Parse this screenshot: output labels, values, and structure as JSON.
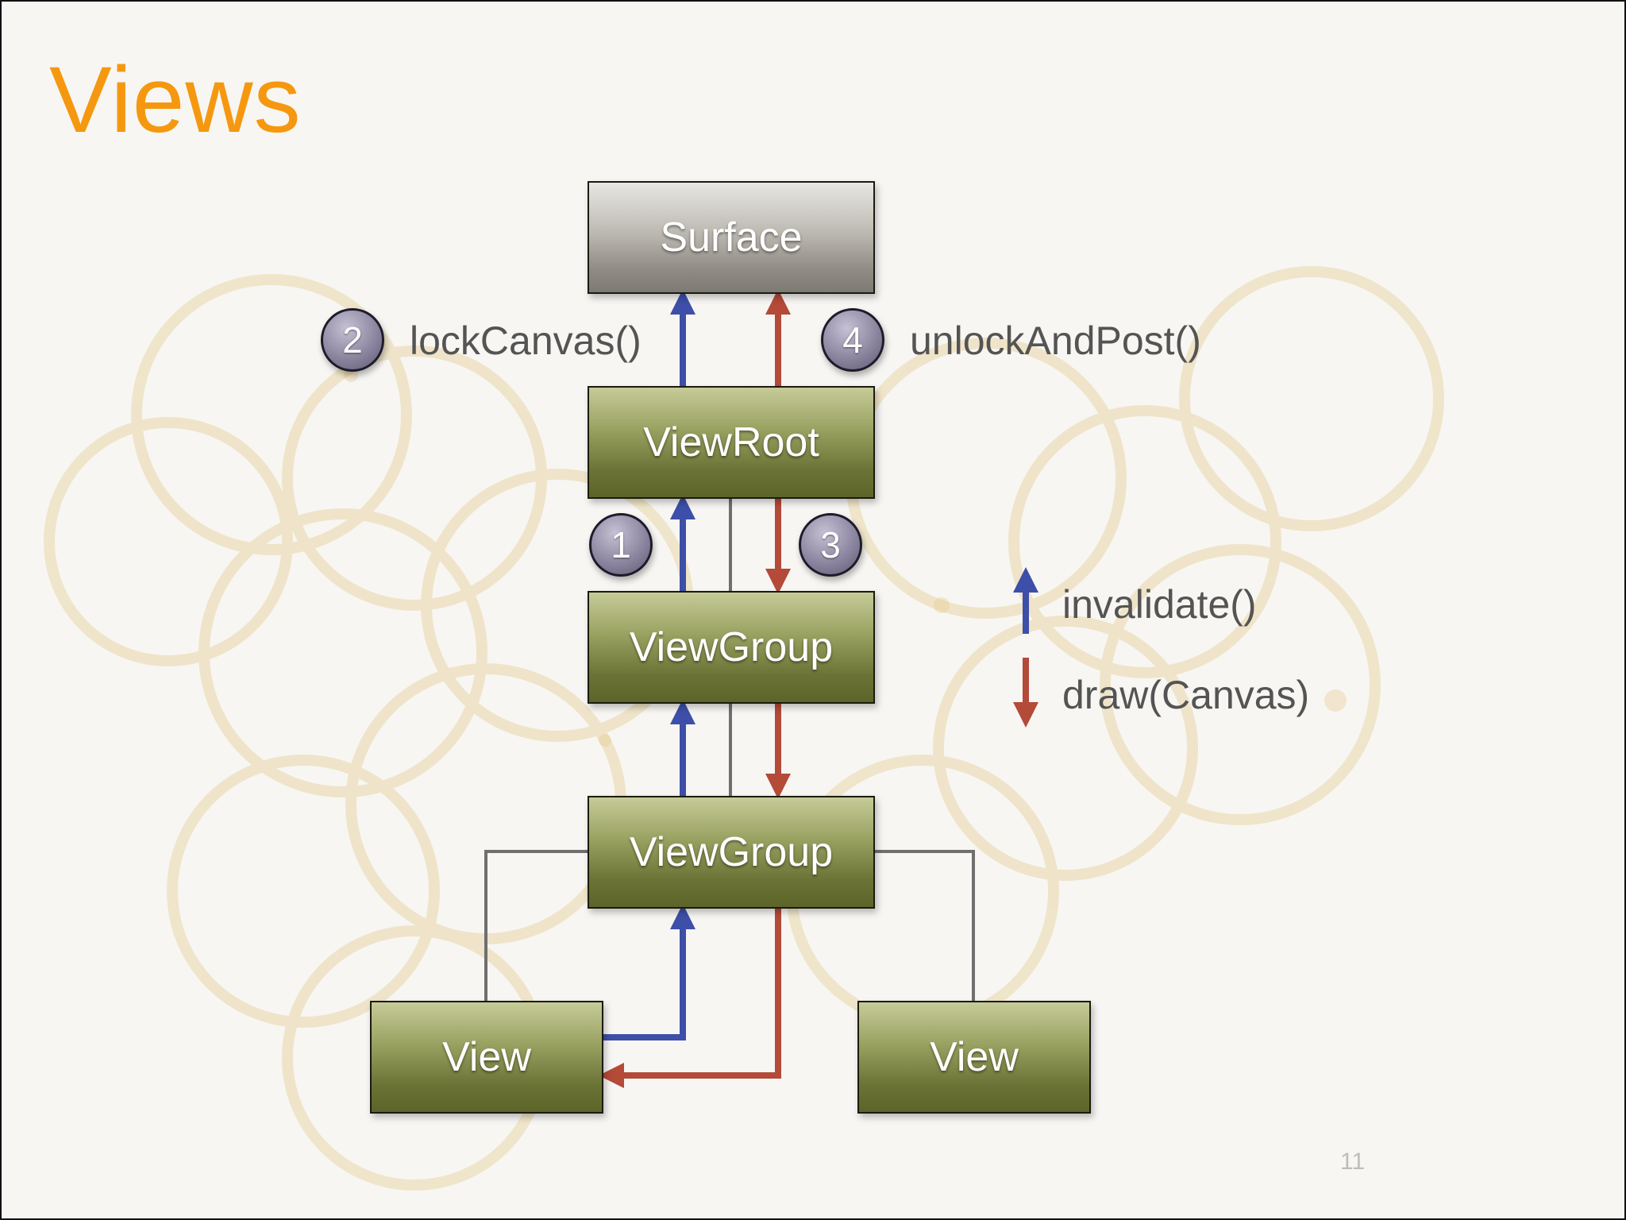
{
  "slide": {
    "title": "Views",
    "page_number": "11"
  },
  "diagram": {
    "nodes": {
      "surface": "Surface",
      "view_root": "ViewRoot",
      "view_group_1": "ViewGroup",
      "view_group_2": "ViewGroup",
      "view_left": "View",
      "view_right": "View"
    },
    "steps": [
      {
        "number": "1"
      },
      {
        "number": "2",
        "label": "lockCanvas()"
      },
      {
        "number": "3"
      },
      {
        "number": "4",
        "label": "unlockAndPost()"
      }
    ],
    "legend": {
      "invalidate": "invalidate()",
      "draw": "draw(Canvas)"
    }
  },
  "colors": {
    "title": "#f5980f",
    "invalidate_arrow": "#3d4fa8",
    "draw_arrow": "#b44a38",
    "node_green": "#7a8342",
    "node_gray": "#a8a59e",
    "connector": "#6f6f6f"
  }
}
